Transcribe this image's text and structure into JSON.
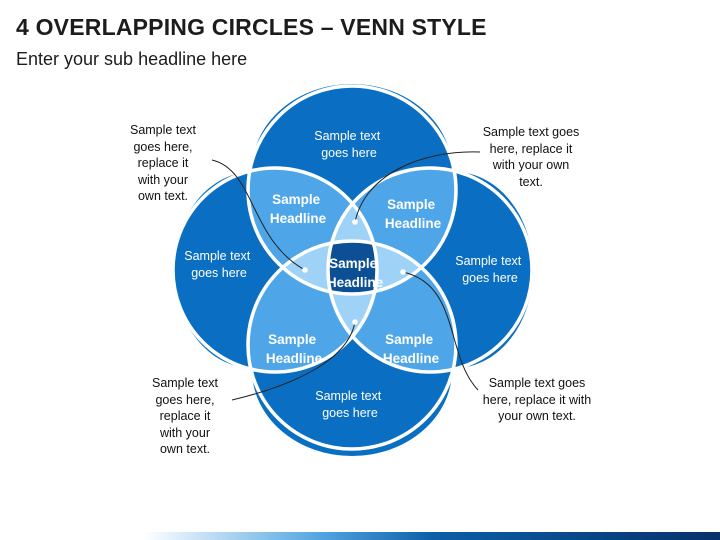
{
  "header": {
    "title": "4 OVERLAPPING CIRCLES – VENN STYLE",
    "subtitle": "Enter your sub headline here"
  },
  "colors": {
    "circle_fill": "#0a6fc2",
    "pair_overlap": "#4ea6e9",
    "triple_overlap": "#9ed2f7",
    "center": "#0c4f95",
    "outline": "#ffffff"
  },
  "circles": {
    "top": [
      "Sample text",
      "goes here"
    ],
    "left": [
      "Sample text",
      "goes here"
    ],
    "right": [
      "Sample text",
      "goes here"
    ],
    "bottom": [
      "Sample text",
      "goes here"
    ]
  },
  "overlaps": {
    "top_left": [
      "Sample",
      "Headline"
    ],
    "top_right": [
      "Sample",
      "Headline"
    ],
    "bottom_left": [
      "Sample",
      "Headline"
    ],
    "bottom_right": [
      "Sample",
      "Headline"
    ],
    "center": [
      "Sample",
      "Headline"
    ]
  },
  "notes": {
    "top_left": [
      "Sample text",
      "goes here,",
      "replace it",
      "with your",
      "own text."
    ],
    "top_right": [
      "Sample text goes",
      "here, replace it",
      "with your own",
      "text."
    ],
    "bottom_left": [
      "Sample text",
      "goes here,",
      "replace it",
      "with your",
      "own text."
    ],
    "bottom_right": [
      "Sample text goes",
      "here, replace it with",
      "your own text."
    ]
  }
}
